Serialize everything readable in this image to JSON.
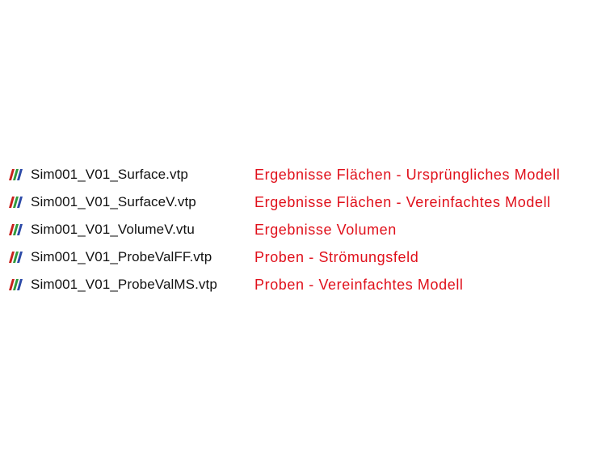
{
  "colors": {
    "description_text": "#e0101b",
    "file_text": "#111111",
    "icon_red": "#c8201c",
    "icon_green": "#2f9a3c",
    "icon_blue": "#2c4aa8"
  },
  "files": [
    {
      "icon": "paraview-file-icon",
      "name": "Sim001_V01_Surface.vtp",
      "description": "Ergebnisse Flächen - Ursprüngliches Modell"
    },
    {
      "icon": "paraview-file-icon",
      "name": "Sim001_V01_SurfaceV.vtp",
      "description": "Ergebnisse Flächen - Vereinfachtes Modell"
    },
    {
      "icon": "paraview-file-icon",
      "name": "Sim001_V01_VolumeV.vtu",
      "description": "Ergebnisse Volumen"
    },
    {
      "icon": "paraview-file-icon",
      "name": "Sim001_V01_ProbeValFF.vtp",
      "description": "Proben - Strömungsfeld"
    },
    {
      "icon": "paraview-file-icon",
      "name": "Sim001_V01_ProbeValMS.vtp",
      "description": "Proben - Vereinfachtes Modell"
    }
  ]
}
